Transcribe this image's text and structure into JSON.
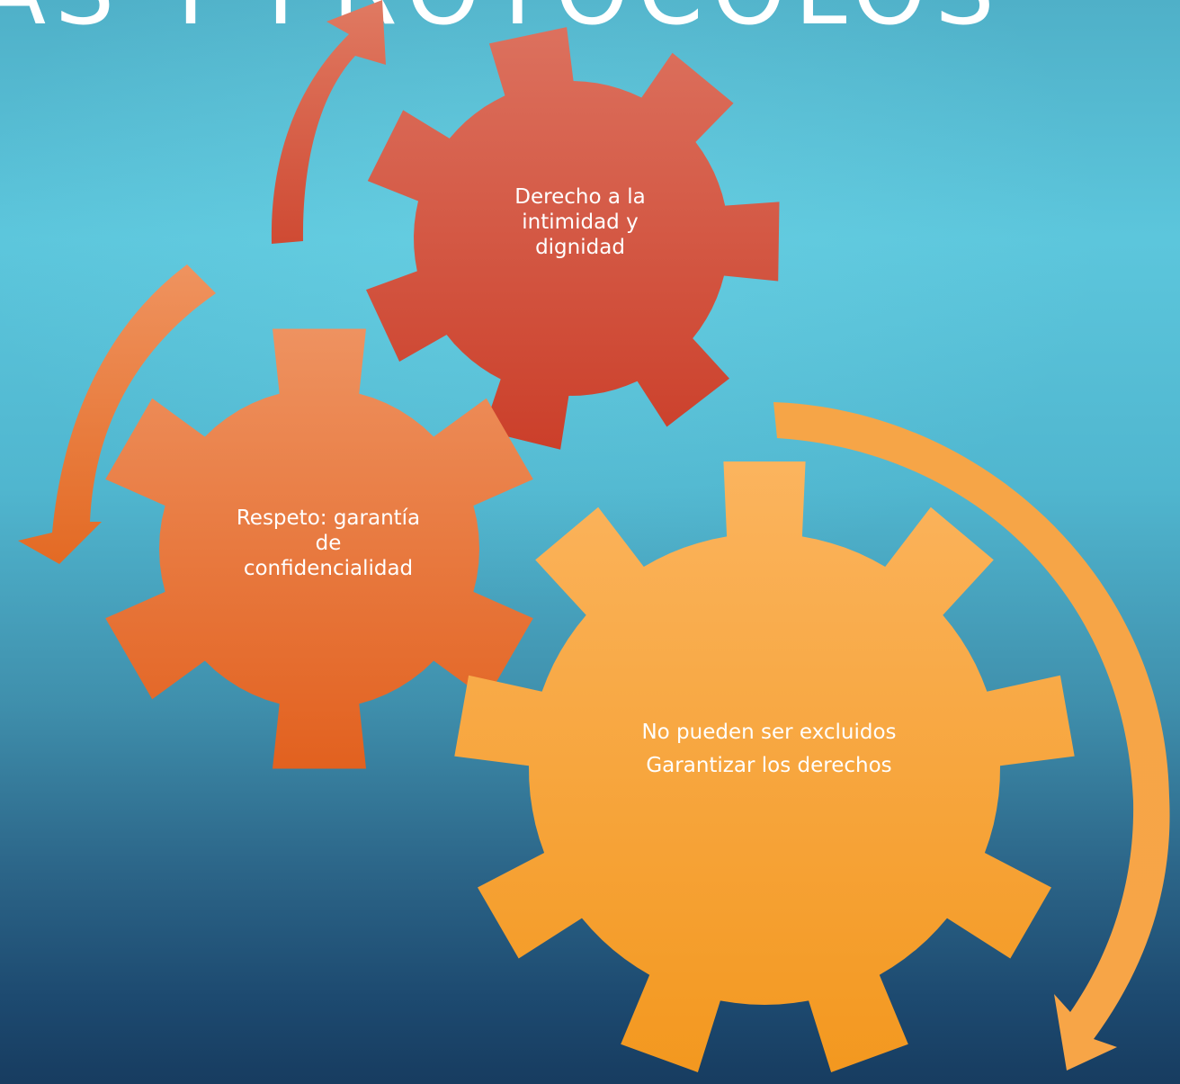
{
  "slide": {
    "title": "AS Y PROTOCOLOS"
  },
  "gears": [
    {
      "id": "intimidad",
      "color_top": "#dc715e",
      "color_bottom": "#cb3f2a",
      "lines": [
        "Derecho a la",
        "intimidad y",
        "dignidad"
      ]
    },
    {
      "id": "respeto",
      "color_top": "#ee9260",
      "color_bottom": "#e2611f",
      "lines": [
        "Respeto: garantía",
        "de",
        "confidencialidad"
      ]
    },
    {
      "id": "derechos",
      "color_top": "#fbb45e",
      "color_bottom": "#f3981f",
      "lines": [
        "No pueden ser excluidos",
        "Garantizar los derechos"
      ]
    }
  ],
  "arrows": [
    {
      "id": "arrow-top",
      "color_start": "#cf4a33",
      "color_end": "#e07a62"
    },
    {
      "id": "arrow-left",
      "color_start": "#ef935f",
      "color_end": "#e36a24"
    },
    {
      "id": "arrow-right",
      "color_start": "#f6a547",
      "color_end": "#f7a547"
    }
  ],
  "colors": {
    "text": "#ffffff",
    "background_top": "#5cc6dc",
    "background_bottom": "#173c60"
  }
}
